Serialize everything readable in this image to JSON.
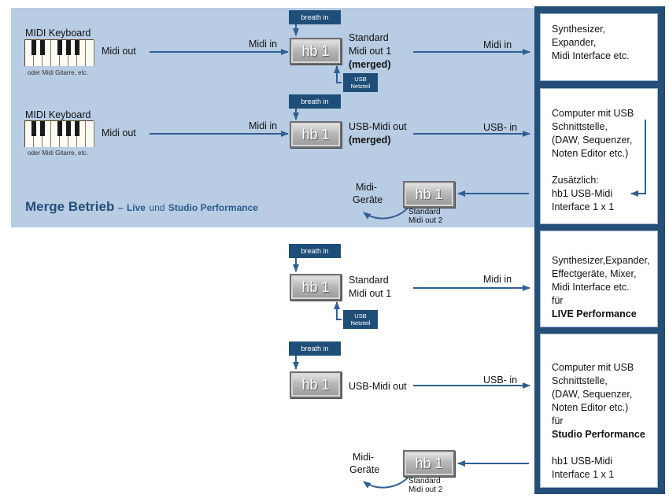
{
  "merge_title": {
    "main": "Merge Betrieb",
    "dash": "–",
    "live": "Live",
    "und": "und",
    "studio": "Studio Performance"
  },
  "hb_label": "hb 1",
  "breath_in": "breath in",
  "usb_netzteil": {
    "line1": "USB",
    "line2": "Netzteil"
  },
  "keyboard": {
    "title": "MIDI Keyboard",
    "caption": "oder Midi Gitarre, etc."
  },
  "labels": {
    "midi_out": "Midi out",
    "midi_in": "Midi in",
    "usb_in": "USB- in",
    "standard": "Standard",
    "midi_out_1": "Midi out 1",
    "merged_paren": "(merged)",
    "usb_midi_out": "USB-Midi out",
    "midi_geraete": {
      "line1": "Midi-",
      "line2": "Geräte"
    },
    "standard_midi_out_2": {
      "line1": "Standard",
      "line2": "Midi out 2"
    }
  },
  "boxes": {
    "b1": {
      "lines": [
        "Synthesizer,",
        "Expander,",
        "Midi Interface etc."
      ]
    },
    "b2": {
      "lines": [
        "Computer mit USB",
        "Schnittstelle,",
        "(DAW, Sequenzer,",
        "Noten Editor etc.)",
        "",
        "Zusätzlich:",
        "hb1 USB-Midi",
        "Interface 1 x 1"
      ]
    },
    "b3": {
      "lines": [
        "Synthesizer,Expander,",
        "Effectgeräte, Mixer,",
        "Midi Interface etc.",
        "für"
      ],
      "bold": "LIVE Performance"
    },
    "b4": {
      "lines": [
        "Computer mit USB",
        "Schnittstelle,",
        "(DAW, Sequenzer,",
        "Noten Editor etc.)",
        "für"
      ],
      "bold": "Studio Performance",
      "lines_after": [
        "",
        "hb1 USB-Midi",
        "Interface 1 x 1"
      ]
    }
  },
  "colors": {
    "band": "#b8cce4",
    "panel": "#254e78",
    "arrow": "#2f5f94",
    "label_box": "#1f4e79"
  }
}
